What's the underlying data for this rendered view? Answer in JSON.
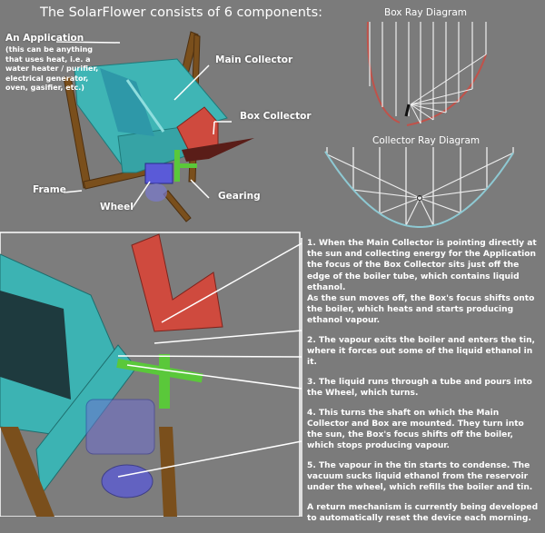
{
  "title": "The SolarFlower consists of 6 components:",
  "components": {
    "application": {
      "label": "An Application",
      "note": [
        "(this can be anything",
        "that uses heat, i.e. a",
        "water heater / purifier,",
        "electrical generator,",
        "oven, gasifier, etc.)"
      ]
    },
    "main_collector": "Main Collector",
    "box_collector": "Box Collector",
    "frame": "Frame",
    "wheel": "Wheel",
    "gearing": "Gearing"
  },
  "box_ray_diagram": {
    "title": "Box Ray Diagram",
    "color": "#c0524a"
  },
  "collector_ray_diagram": {
    "title": "Collector Ray Diagram",
    "color": "#8ec9d3"
  },
  "steps": [
    "1. When the Main Collector is pointing directly at the sun and collecting energy for the Application the focus of the Box Collector sits just off the edge of the boiler tube, which contains liquid ethanol.",
    "As the sun moves off, the Box's focus shifts onto the boiler, which heats and starts producing ethanol vapour.",
    "2. The vapour exits the boiler and enters the tin, where it forces out some of the liquid ethanol in it.",
    "3. The liquid runs through a tube and pours into the Wheel, which turns.",
    "4. This turns the shaft on which the Main Collector and Box are mounted. They turn into the sun, the Box's focus shifts off the boiler, which stops producing vapour.",
    "5. The vapour in the tin starts to condense. The vacuum sucks liquid ethanol from the reservoir under the wheel, which refills the boiler and tin.",
    "A return mechanism is currently being developed to automatically reset the device each morning."
  ]
}
